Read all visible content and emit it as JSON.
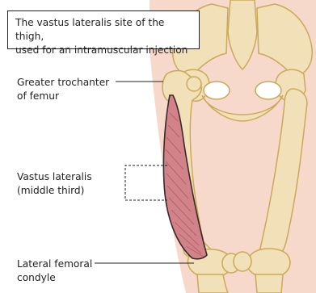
{
  "caption": {
    "line1": "The vastus lateralis site of the thigh,",
    "line2": "used for an intramuscular injection"
  },
  "labels": {
    "greater_trochanter": {
      "line1": "Greater trochanter",
      "line2": "of femur"
    },
    "vastus_lateralis": {
      "line1": "Vastus lateralis",
      "line2": "(middle third)"
    },
    "lateral_condyle": {
      "line1": "Lateral femoral",
      "line2": "condyle"
    }
  },
  "colors": {
    "skin": "#f7d9cc",
    "bone": "#f2e1b8",
    "bone_outline": "#c9a95a",
    "muscle": "#d2838a",
    "muscle_outline": "#3a2a2a",
    "leader": "#222222"
  }
}
